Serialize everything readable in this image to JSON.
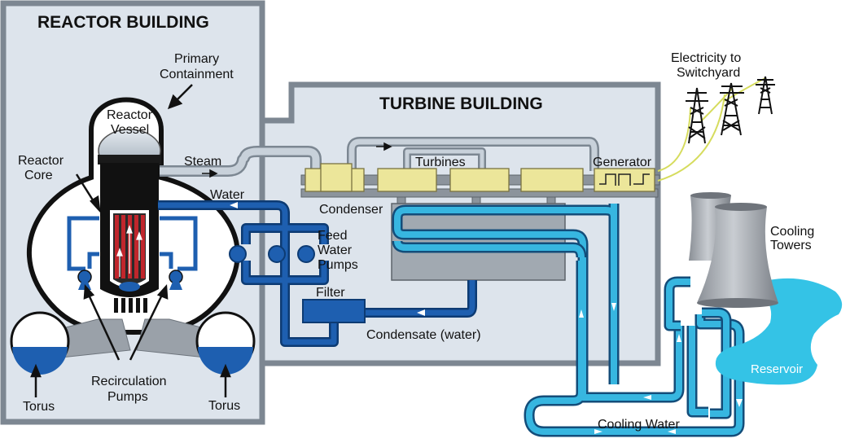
{
  "titles": {
    "reactor_building": "REACTOR BUILDING",
    "turbine_building": "TURBINE BUILDING"
  },
  "labels": {
    "primary_containment": [
      "Primary",
      "Containment"
    ],
    "reactor_vessel": [
      "Reactor",
      "Vessel"
    ],
    "reactor_core": [
      "Reactor",
      "Core"
    ],
    "steam": "Steam",
    "water": "Water",
    "turbines": "Turbines",
    "generator": "Generator",
    "condenser": "Condenser",
    "feed_water_pumps": [
      "Feed",
      "Water",
      "Pumps"
    ],
    "filter": "Filter",
    "condensate": "Condensate (water)",
    "recirculation_pumps": [
      "Recirculation",
      "Pumps"
    ],
    "torus_left": "Torus",
    "torus_right": "Torus",
    "electricity": [
      "Electricity to",
      "Switchyard"
    ],
    "cooling_towers": [
      "Cooling",
      "Towers"
    ],
    "reservoir": "Reservoir",
    "cooling_water": "Cooling Water"
  },
  "colors": {
    "building_fill": "#dde4ec",
    "building_border": "#7d8792",
    "dark_blue_pipe": "#1e5fb0",
    "cooling_pipe": "#37b6e0",
    "steam_pipe": "#c8d1da",
    "turbine_yellow": "#ece69a",
    "fuel_rod_red": "#c0262c",
    "reservoir": "#34c3e6",
    "power_line": "#d6dc5e"
  }
}
